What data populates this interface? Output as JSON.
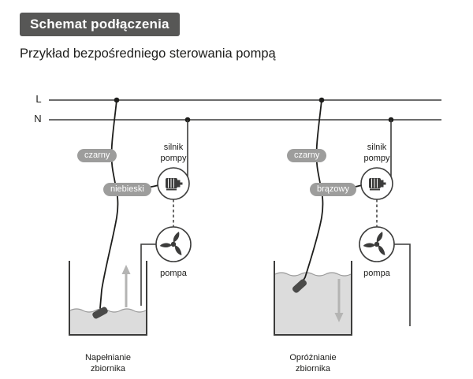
{
  "header": {
    "title_badge": "Schemat podłączenia",
    "subtitle": "Przykład bezpośredniego sterowania pompą"
  },
  "power_lines": {
    "l": "L",
    "n": "N"
  },
  "left_diagram": {
    "wire_top_label": "czarny",
    "wire_bottom_label": "niebieski",
    "motor_label": "silnik\npompy",
    "pump_label": "pompa",
    "caption": "Napełnianie\nzbiornika"
  },
  "right_diagram": {
    "wire_top_label": "czarny",
    "wire_bottom_label": "brązowy",
    "motor_label": "silnik\npompy",
    "pump_label": "pompa",
    "caption": "Opróżnianie\nzbiornika"
  },
  "colors": {
    "header_bg": "#575756",
    "badge_bg": "#9d9d9c",
    "line": "#3c3c3b",
    "cable": "#1d1d1b",
    "water": "#dcdcdc",
    "arrow": "#b4b4b3"
  }
}
